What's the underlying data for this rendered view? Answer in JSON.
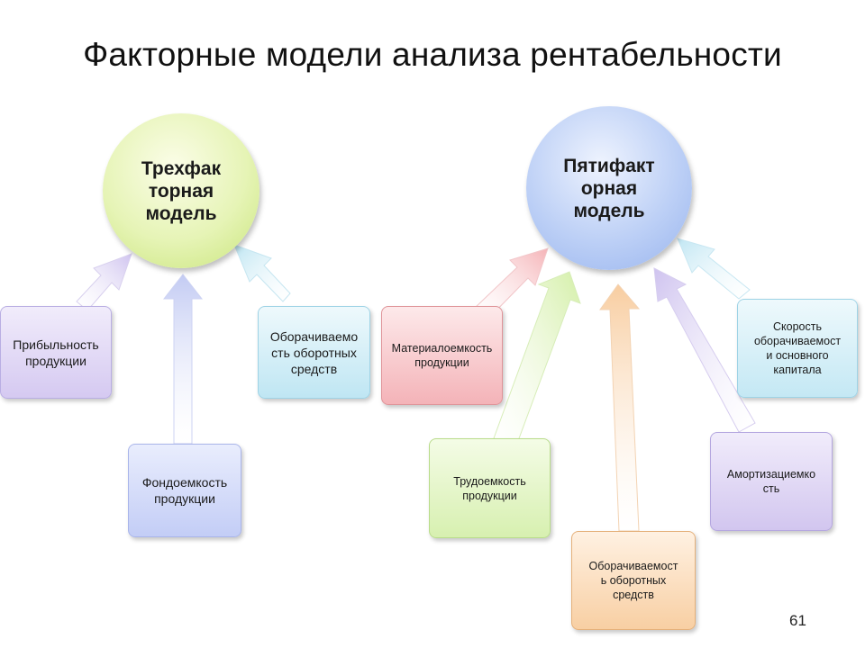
{
  "title": "Факторные модели анализа рентабельности",
  "left_model": {
    "label_lines": [
      "Трехфак",
      "торная",
      "модель"
    ],
    "factors": [
      "Прибыльность\nпродукции",
      "Фондоемкость\nпродукции",
      "Оборачиваемо\nсть оборотных\nсредств"
    ]
  },
  "right_model": {
    "label_lines": [
      "Пятифакт",
      "орная",
      "модель"
    ],
    "factors": [
      "Материалоемкость\nпродукции",
      "Трудоемкость\nпродукции",
      "Оборачиваемост\nь оборотных\nсредств",
      "Амортизациемко\nсть",
      "Скорость\nоборачиваемост\nи основного\nкапитала"
    ]
  },
  "page_number": "61"
}
